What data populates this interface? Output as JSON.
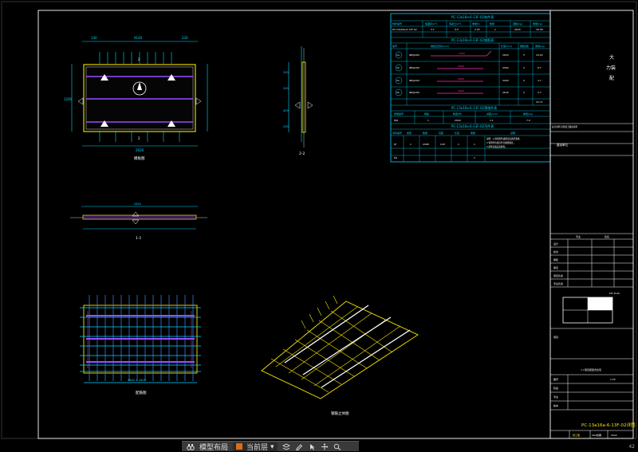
{
  "drawing": {
    "plan_label": "模板图",
    "section_11_label": "1-1",
    "section_22_label": "2-2",
    "rebar_label": "配筋图",
    "iso_label": "钢筋立体图",
    "cut_mark": "2",
    "dims_top": [
      "140",
      "9140",
      "230"
    ],
    "dim_bottom": "2620",
    "dim_side": "1200",
    "dims_22": [
      "200",
      "200",
      "400",
      "200"
    ],
    "dim_11": "2620",
    "rebar_dim": "9840 + 2620"
  },
  "table": {
    "title1": "PC-13a16a-6-13F-02构件表",
    "head1": [
      "构件编号",
      "板面积(m²)",
      "混凝土(m³)",
      "重量(t)",
      "数量",
      "钢筋(kg)",
      "重量(kg)"
    ],
    "row1": [
      "PC-13a16a-6-13F-02",
      "3.1",
      "0.5",
      "1.25",
      "1",
      "2630",
      "16.28"
    ],
    "title2": "PC-13a16a-6-13F-02钢筋表",
    "head2": [
      "编号",
      "规格及形状(mm)",
      "长度(mm)",
      "根数(根)",
      "重量(kg)"
    ],
    "rebars": [
      {
        "no": "1a",
        "spec": "Φ8@200",
        "len": "2620",
        "cnt": "5",
        "w": "10.24"
      },
      {
        "no": "1b",
        "spec": "Φ8@200",
        "len": "3090",
        "cnt": "2",
        "w": "8.7"
      },
      {
        "no": "2a",
        "spec": "Φ8@200",
        "len": "3260",
        "cnt": "5",
        "w": "4.7"
      },
      {
        "no": "2b",
        "spec": "Φ8@200",
        "len": "2640",
        "cnt": "2",
        "w": "3.7"
      }
    ],
    "rebar_shape_labels": [
      "1000",
      "2590",
      "2900",
      "2600"
    ],
    "total": "23.71",
    "title3": "PC-13a16a-6-13F-02预埋件表",
    "head3": [
      "预埋编号",
      "规格",
      "数量(件)",
      "间距(mm)",
      "重量(kg)"
    ],
    "embeds": [
      [
        "MJ1",
        "1",
        "2000",
        "1.1",
        "7.0"
      ]
    ],
    "title4": "PC-13a16a-6-13F-02吊件表",
    "head4": [
      "吊件编号",
      "类型",
      "数量",
      "间距",
      "长度",
      "重量",
      "说明"
    ],
    "hangers": [
      [
        "JH",
        "1",
        "2408",
        "C20",
        "1",
        "1",
        "说明：1.预埋吊件锚固长度满足要求，"
      ],
      [
        "ML",
        "",
        "",
        "",
        "",
        "1",
        "2.预埋件位置应符合图纸规定，"
      ]
    ],
    "note3": "3.吊件安装后应检查。"
  },
  "titleblock": {
    "company_line1": "大",
    "company_line2": "力装",
    "company_line3": "配",
    "small_note": "设计说明 详见施工图总说明",
    "unit_label": "建设单位",
    "sign_headers": [
      "专业",
      "签名"
    ],
    "sign_rows": [
      "设计",
      "校对",
      "审核",
      "审定",
      "项目负责",
      "专业负责"
    ],
    "key_label": "KEY PLAN",
    "project_label": "项目",
    "project_name": "××项目装配式住宅",
    "info_rows": [
      [
        "图号",
        "",
        "1:25"
      ],
      [
        "阶段",
        "",
        ""
      ],
      [
        "专业",
        "",
        ""
      ],
      [
        "版本",
        "",
        ""
      ]
    ],
    "drawing_title": "PC-13a16a-6-13F-02详图",
    "footer": [
      "施工图",
      "2022",
      "日期",
      "2022"
    ]
  },
  "toolbar": {
    "layout_label": "模型布局",
    "layer_label": "当前层",
    "colors": {
      "layer_swatch": "#e06a1a",
      "bg": "#3a3a3a"
    }
  },
  "page_number": "42",
  "colors": {
    "frame": "#ffffff",
    "cyan": "#00d8ff",
    "yellow": "#f5e600",
    "purple": "#9a4cff",
    "magenta": "#ff2fb8"
  }
}
